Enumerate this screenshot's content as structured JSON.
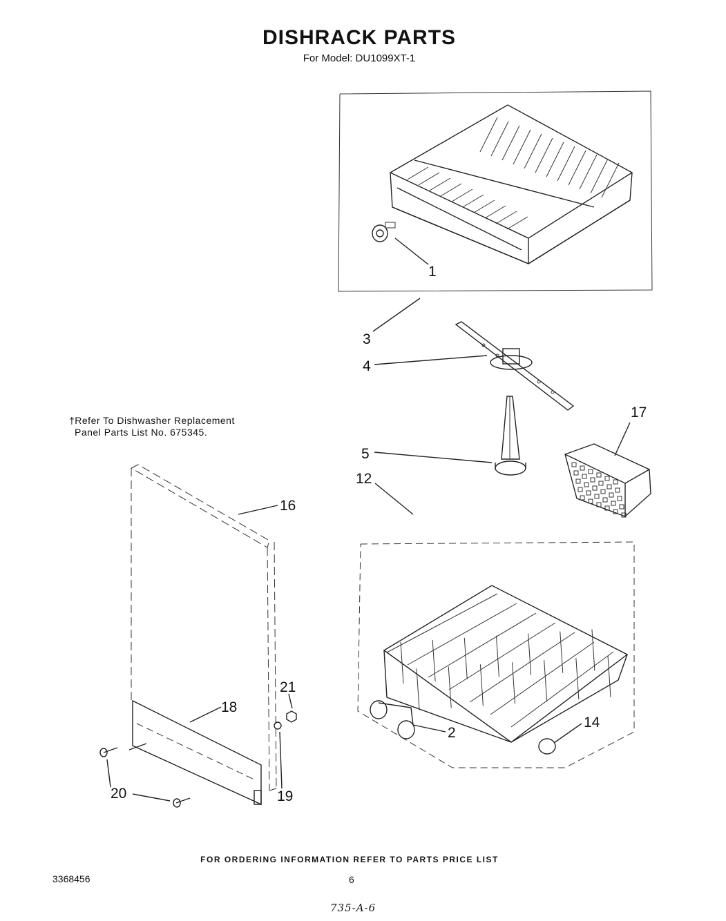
{
  "header": {
    "title": "DISHRACK PARTS",
    "subtitle": "For Model: DU1099XT-1"
  },
  "note": {
    "line1": "†Refer To Dishwasher Replacement",
    "line2": "Panel Parts List No. 675345."
  },
  "callouts": [
    "1",
    "2",
    "3",
    "4",
    "5",
    "12",
    "14",
    "16",
    "17",
    "18",
    "19",
    "20",
    "21"
  ],
  "footer": {
    "ordering": "FOR ORDERING INFORMATION REFER TO PARTS PRICE LIST",
    "doc_number": "3368456",
    "page_number": "6",
    "handwritten": "735-A-6"
  }
}
